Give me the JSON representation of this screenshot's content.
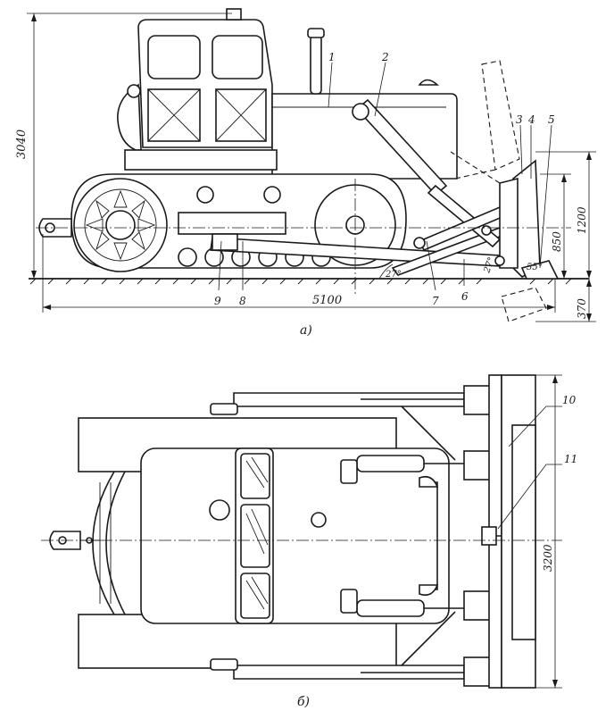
{
  "side_view": {
    "caption": "а)",
    "dimensions": {
      "height_total": "3040",
      "length_total": "5100",
      "blade_height": "1200",
      "lift_height": "850",
      "dig_depth": "370",
      "angle_a": "27°",
      "angle_b": "27°",
      "angle_c": "55°"
    },
    "callouts": [
      "1",
      "2",
      "3",
      "4",
      "5",
      "6",
      "7",
      "8",
      "9"
    ]
  },
  "top_view": {
    "caption": "б)",
    "dimensions": {
      "blade_width": "3200"
    },
    "callouts": [
      "10",
      "11"
    ]
  },
  "colors": {
    "ink": "#1a1a1a",
    "paper": "#ffffff"
  }
}
